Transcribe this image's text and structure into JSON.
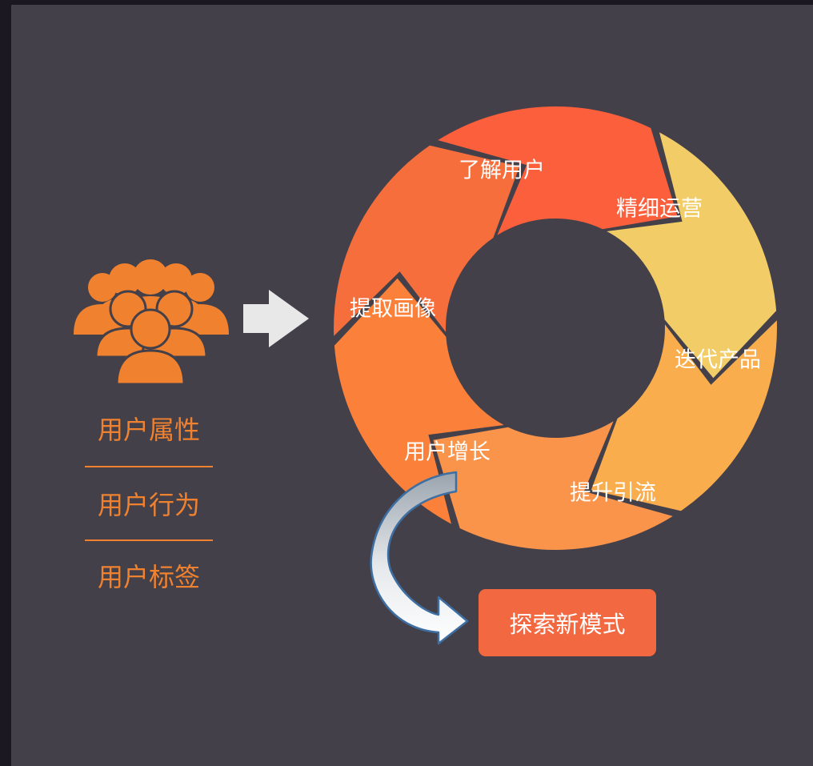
{
  "colors": {
    "background": "#44404a",
    "frame": "#1c1822",
    "accent_orange": "#f0822f",
    "arrow_gray": "#e8e8e8"
  },
  "icon": "user-group-icon",
  "user_attributes": [
    "用户属性",
    "用户行为",
    "用户标签"
  ],
  "cycle": [
    {
      "label": "了解用户",
      "color": "#fb5f3b"
    },
    {
      "label": "精细运营",
      "color": "#f2cc66"
    },
    {
      "label": "迭代产品",
      "color": "#f9ad4c"
    },
    {
      "label": "提升引流",
      "color": "#f9944a"
    },
    {
      "label": "用户增长",
      "color": "#fb8039"
    },
    {
      "label": "提取画像",
      "color": "#f66e3c"
    }
  ],
  "outcome": {
    "label": "探索新模式",
    "color": "#f26840"
  }
}
